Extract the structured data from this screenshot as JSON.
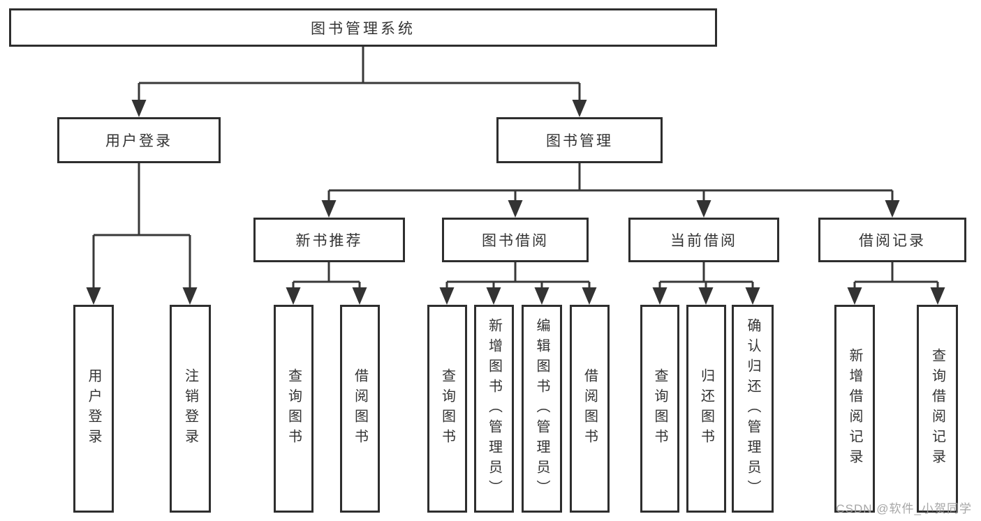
{
  "diagram_title": "图书管理系统",
  "nodes": {
    "root": "图书管理系统",
    "user_login": "用户登录",
    "book_management": "图书管理",
    "login": "用户登录",
    "logout": "注销登录",
    "new_book_recommend": "新书推荐",
    "book_borrow": "图书借阅",
    "current_borrow": "当前借阅",
    "borrow_records": "借阅记录",
    "nbr_query_book": "查询图书",
    "nbr_borrow_book": "借阅图书",
    "bb_query_book": "查询图书",
    "bb_add_book": "新增图书（管理员）",
    "bb_edit_book": "编辑图书（管理员）",
    "bb_borrow_book": "借阅图书",
    "cb_query_book": "查询图书",
    "cb_return_book": "归还图书",
    "cb_confirm_return": "确认归还（管理员）",
    "br_add_record": "新增借阅记录",
    "br_query_record": "查询借阅记录"
  },
  "watermark": "CSDN @软件_小贺同学",
  "colors": {
    "line": "#383838",
    "box_border": "#2e2e2e",
    "text": "#333333",
    "background": "#ffffff",
    "watermark": "#9f9f9f"
  }
}
